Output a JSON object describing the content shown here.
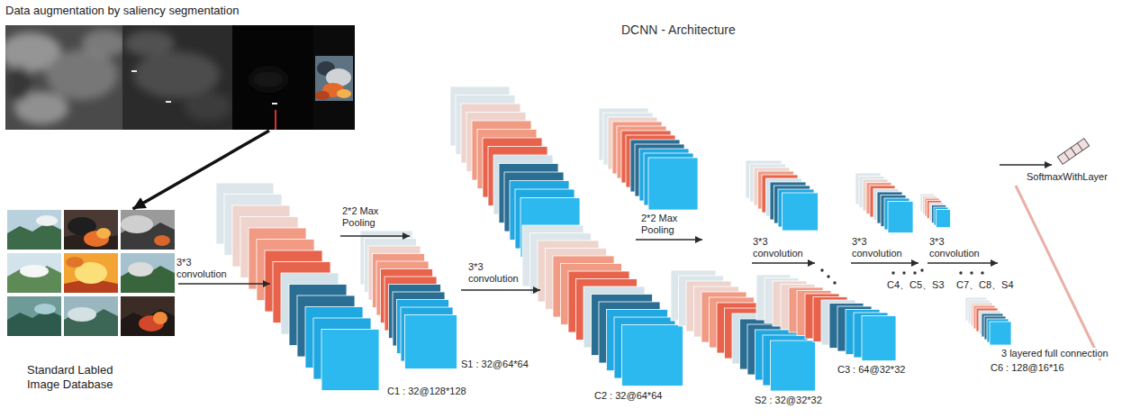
{
  "diagram": {
    "title": "DCNN - Architecture",
    "nodes": [
      {
        "text": [
          "Data augmentation by saliency segmentation"
        ]
      },
      {
        "text": [
          "Standard Labled Image Database"
        ]
      }
    ],
    "edges": [
      {
        "from": 0,
        "to": 1,
        "arrow": "to"
      }
    ],
    "labels": [
      "3*3 convolution",
      "2*2 Max Pooling",
      "C1 : 32@128*128",
      "S1 : 32@64*64",
      "3*3 convolution",
      "C2 : 32@64*64",
      "2*2 Max Pooling",
      "S2 : 32@32*32",
      "3*3 convolution",
      "C3 : 64@32*32",
      "3*3 convolution",
      "C4、C5、S3",
      "3*3 convolution",
      "C7、C8、S4",
      "SoftmaxWithLayer",
      "3 layered full connection",
      "C6 : 128@16*16"
    ]
  }
}
